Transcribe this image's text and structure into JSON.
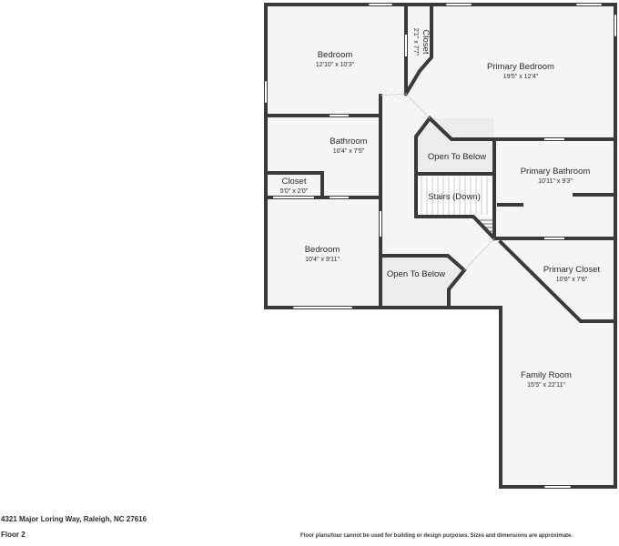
{
  "rooms": {
    "bedroom_1": {
      "name": "Bedroom",
      "dims": "12'10\" x 10'3\""
    },
    "closet_vertical": {
      "name": "Closet",
      "dims": "2'1\" x 7'7\""
    },
    "primary_bedroom": {
      "name": "Primary Bedroom",
      "dims": "19'5\" x 12'4\""
    },
    "bathroom": {
      "name": "Bathroom",
      "dims": "10'4\" x 7'5\""
    },
    "open_to_below_upper": {
      "name": "Open To Below"
    },
    "primary_bathroom": {
      "name": "Primary Bathroom",
      "dims": "10'11\" x 9'3\""
    },
    "closet_small": {
      "name": "Closet",
      "dims": "5'0\" x 2'0\""
    },
    "stairs": {
      "name": "Stairs (Down)"
    },
    "bedroom_2": {
      "name": "Bedroom",
      "dims": "10'4\" x 9'11\""
    },
    "open_to_below_lower": {
      "name": "Open To Below"
    },
    "primary_closet": {
      "name": "Primary Closet",
      "dims": "10'8\" x 7'6\""
    },
    "family_room": {
      "name": "Family Room",
      "dims": "15'5\" x 22'11\""
    }
  },
  "footer": {
    "address": "4321 Major Loring Way, Raleigh, NC 27616",
    "floor": "Floor 2",
    "disclaimer": "Floor plans/tour cannot be used for building or design purposes. Sizes and dimensions are approximate."
  },
  "colors": {
    "wall": "#3a3a3a",
    "floor_fill": "#f5f5f5",
    "open_fill": "#e9e9e9",
    "window": "#ffffff"
  }
}
